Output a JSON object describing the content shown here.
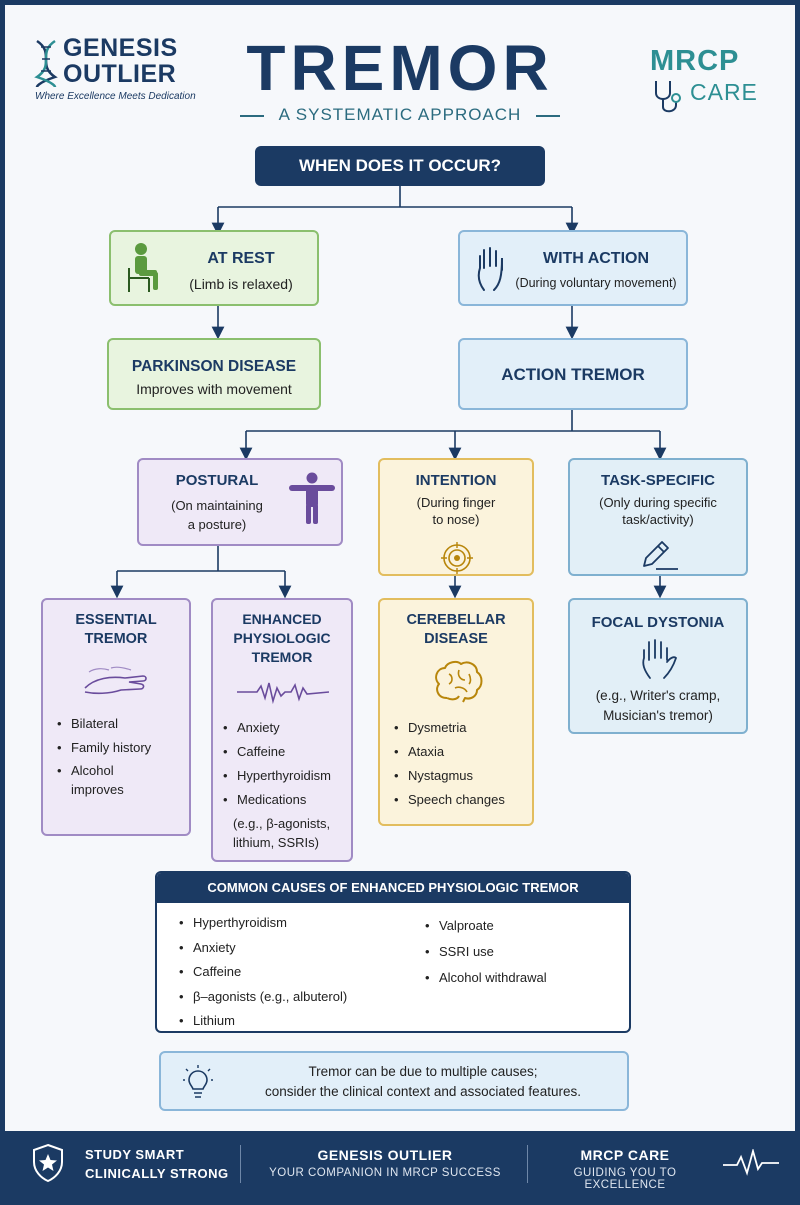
{
  "header": {
    "brand_line1": "GENESIS",
    "brand_line2": "OUTLIER",
    "tagline": "Where Excellence Meets Dedication",
    "title": "TREMOR",
    "subtitle": "A SYSTEMATIC APPROACH",
    "right_brand_line1": "MRCP",
    "right_brand_line2": "CARE"
  },
  "question": "WHEN DOES IT OCCUR?",
  "rest": {
    "title": "AT REST",
    "subtitle": "(Limb is relaxed)"
  },
  "action": {
    "title": "WITH ACTION",
    "subtitle": "(During voluntary movement)"
  },
  "parkinson": {
    "title": "PARKINSON DISEASE",
    "subtitle": "Improves with movement"
  },
  "action_tremor": {
    "title": "ACTION TREMOR"
  },
  "postural": {
    "title": "POSTURAL",
    "sub1": "(On maintaining",
    "sub2": "a posture)"
  },
  "intention": {
    "title": "INTENTION",
    "sub1": "(During finger",
    "sub2": "to nose)"
  },
  "task": {
    "title": "TASK-SPECIFIC",
    "sub1": "(Only during specific",
    "sub2": "task/activity)"
  },
  "essential": {
    "title1": "ESSENTIAL",
    "title2": "TREMOR",
    "items": [
      "Bilateral",
      "Family history",
      "Alcohol",
      "improves"
    ]
  },
  "enhanced": {
    "title1": "ENHANCED",
    "title2": "PHYSIOLOGIC",
    "title3": "TREMOR",
    "items": [
      "Anxiety",
      "Caffeine",
      "Hyperthyroidism",
      "Medications"
    ],
    "med_detail1": "(e.g., β-agonists,",
    "med_detail2": "lithium, SSRIs)"
  },
  "cerebellar": {
    "title1": "CEREBELLAR",
    "title2": "DISEASE",
    "items": [
      "Dysmetria",
      "Ataxia",
      "Nystagmus",
      "Speech changes"
    ]
  },
  "focal": {
    "title": "FOCAL DYSTONIA",
    "sub1": "(e.g., Writer's cramp,",
    "sub2": "Musician's tremor)"
  },
  "causes": {
    "heading": "COMMON CAUSES OF ENHANCED PHYSIOLOGIC TREMOR",
    "col1": [
      "Hyperthyroidism",
      "Anxiety",
      "Caffeine",
      "β–agonists (e.g., albuterol)",
      "Lithium"
    ],
    "col2": [
      "Valproate",
      "SSRI use",
      "Alcohol withdrawal"
    ]
  },
  "note": {
    "line1": "Tremor can be due to multiple causes;",
    "line2": "consider the clinical context and associated features."
  },
  "footer": {
    "left_line1": "STUDY SMART",
    "left_line2": "CLINICALLY STRONG",
    "mid_title": "GENESIS OUTLIER",
    "mid_sub": "YOUR COMPANION IN MRCP SUCCESS",
    "right_title": "MRCP CARE",
    "right_sub": "GUIDING YOU TO EXCELLENCE"
  },
  "colors": {
    "navy": "#1b3a63",
    "teal": "#2d8f93",
    "green_border": "#8bbf6e",
    "blue_border": "#8ab6d9",
    "purple_border": "#a08bc4",
    "yellow_border": "#e2bd5e"
  },
  "icons": [
    "dna-icon",
    "stethoscope-icon",
    "seated-person-icon",
    "raised-hand-icon",
    "standing-person-icon",
    "target-icon",
    "pen-icon",
    "shaking-hand-icon",
    "tremor-wave-icon",
    "brain-icon",
    "open-hand-icon",
    "lightbulb-icon",
    "shield-star-icon",
    "heartbeat-icon"
  ]
}
